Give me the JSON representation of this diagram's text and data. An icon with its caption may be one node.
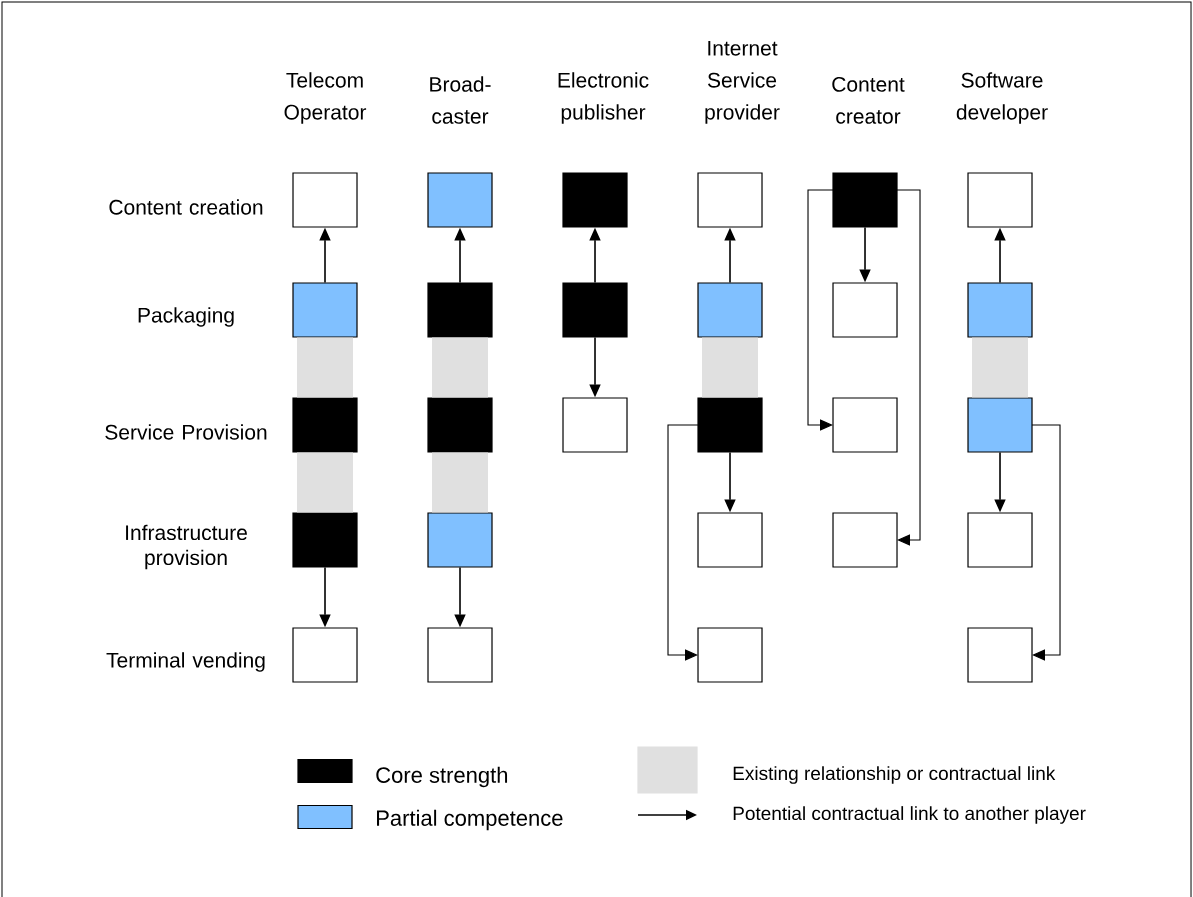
{
  "diagram": {
    "nodes": [
      {
        "text": [],
        "shape": "box"
      },
      {
        "text": [],
        "shape": "box"
      },
      {
        "text": [],
        "shape": "box"
      },
      {
        "text": [],
        "shape": "box"
      },
      {
        "text": [],
        "shape": "box"
      },
      {
        "text": [],
        "shape": "box"
      },
      {
        "text": [],
        "shape": "box"
      },
      {
        "text": [],
        "shape": "box"
      },
      {
        "text": [],
        "shape": "box"
      },
      {
        "text": [],
        "shape": "box"
      },
      {
        "text": [],
        "shape": "box"
      },
      {
        "text": [],
        "shape": "box"
      },
      {
        "text": [],
        "shape": "box"
      },
      {
        "text": [],
        "shape": "box"
      },
      {
        "text": [],
        "shape": "box"
      },
      {
        "text": [],
        "shape": "box"
      },
      {
        "text": [],
        "shape": "box"
      },
      {
        "text": [],
        "shape": "box"
      },
      {
        "text": [],
        "shape": "box"
      },
      {
        "text": [],
        "shape": "box"
      },
      {
        "text": [],
        "shape": "box"
      },
      {
        "text": [],
        "shape": "box"
      },
      {
        "text": [],
        "shape": "box"
      },
      {
        "text": [],
        "shape": "box"
      },
      {
        "text": [],
        "shape": "box"
      },
      {
        "text": [],
        "shape": "box"
      },
      {
        "text": [],
        "shape": "box"
      }
    ],
    "edges": [
      {
        "from": 6,
        "to": 0,
        "arrow": "to"
      },
      {
        "from": 7,
        "to": 1,
        "arrow": "to"
      },
      {
        "from": 8,
        "to": 2,
        "arrow": "to"
      },
      {
        "from": 8,
        "to": 14,
        "arrow": "to"
      },
      {
        "from": 9,
        "to": 3,
        "arrow": "to"
      },
      {
        "from": 15,
        "to": 20,
        "arrow": "to"
      },
      {
        "from": 15,
        "to": 25,
        "arrow": "to"
      },
      {
        "from": 4,
        "to": 10,
        "arrow": "to"
      },
      {
        "from": 4,
        "to": 16,
        "arrow": "to"
      },
      {
        "from": 4,
        "to": 21,
        "arrow": "to"
      },
      {
        "from": 11,
        "to": 5,
        "arrow": "to"
      },
      {
        "from": 17,
        "to": 22,
        "arrow": "to"
      },
      {
        "from": 17,
        "to": 26,
        "arrow": "to"
      },
      {
        "from": 18,
        "to": 23,
        "arrow": "to"
      },
      {
        "from": 19,
        "to": 24,
        "arrow": "to"
      },
      {
        "from": 6,
        "to": 12,
        "arrow": "none",
        "style": "thick",
        "color": "#e0e0e0"
      },
      {
        "from": 12,
        "to": 18,
        "arrow": "none",
        "style": "thick",
        "color": "#e0e0e0"
      },
      {
        "from": 7,
        "to": 13,
        "arrow": "none",
        "style": "thick",
        "color": "#e0e0e0"
      },
      {
        "from": 13,
        "to": 19,
        "arrow": "none",
        "style": "thick",
        "color": "#e0e0e0"
      },
      {
        "from": 9,
        "to": 15,
        "arrow": "none",
        "style": "thick",
        "color": "#e0e0e0"
      },
      {
        "from": 11,
        "to": 17,
        "arrow": "none",
        "style": "thick",
        "color": "#e0e0e0"
      }
    ],
    "labels": [
      "Telecom Operator",
      "Broad- caster",
      "Electronic publisher",
      "Internet Service provider",
      "Content creator",
      "Software developer",
      "Content creation",
      "Packaging",
      "Service Provision",
      "Infrastructure provision",
      "Terminal vending"
    ],
    "legend": [
      {
        "text": "Core strength",
        "color": "#000000"
      },
      {
        "text": "Partial competence",
        "color": "#80c0ff"
      },
      {
        "text": "Existing relationship or contractual link",
        "color": "#e0e0e0"
      },
      {
        "text": "Potential contractual link to another player"
      }
    ]
  }
}
